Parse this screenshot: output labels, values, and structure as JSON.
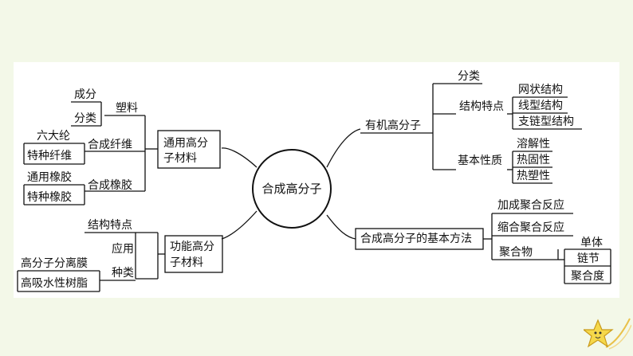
{
  "center": "合成高分子",
  "left": {
    "general": {
      "label_line1": "通用高分",
      "label_line2": "子材料",
      "groups": [
        {
          "name": "塑料",
          "items": [
            "成分",
            "分类"
          ]
        },
        {
          "name": "合成纤维",
          "items": [
            "六大纶",
            "特种纤维"
          ]
        },
        {
          "name": "合成橡胶",
          "items": [
            "通用橡胶",
            "特种橡胶"
          ]
        }
      ]
    },
    "functional": {
      "label_line1": "功能高分",
      "label_line2": "子材料",
      "top_item": "结构特点",
      "apply": "应用",
      "kind": "种类",
      "kind_items": [
        "高分子分离膜",
        "高吸水性树脂"
      ]
    }
  },
  "right": {
    "organic": {
      "label": "有机高分子",
      "classify": "分类",
      "structure": {
        "name": "结构特点",
        "items": [
          "网状结构",
          "线型结构",
          "支链型结构"
        ]
      },
      "properties": {
        "name": "基本性质",
        "items": [
          "溶解性",
          "热固性",
          "热塑性"
        ]
      }
    },
    "methods": {
      "label": "合成高分子的基本方法",
      "items": [
        "加成聚合反应",
        "缩合聚合反应"
      ],
      "polymer": {
        "name": "聚合物",
        "items": [
          "单体",
          "链节",
          "聚合度"
        ]
      }
    }
  },
  "colors": {
    "background": "#f3f8e8",
    "panel": "#ffffff",
    "line": "#111111",
    "star": "#f5d84a"
  }
}
